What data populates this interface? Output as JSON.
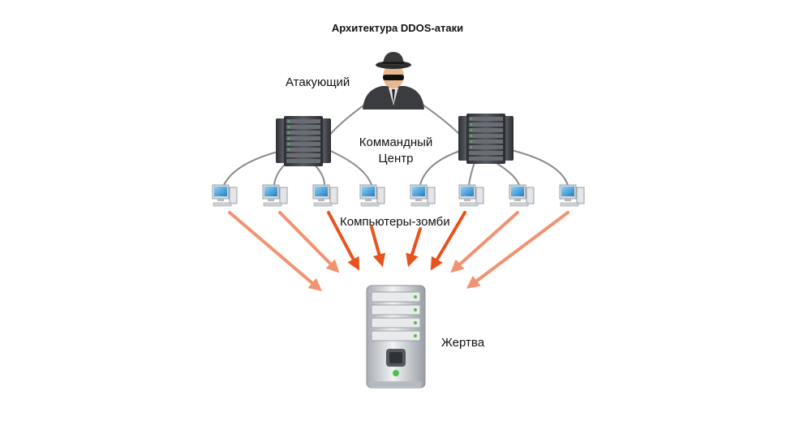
{
  "diagram": {
    "title": "Архитектура DDOS-атаки",
    "attacker_label": "Атакующий",
    "command_center_label_line1": "Коммандный",
    "command_center_label_line2": "Центр",
    "zombies_label": "Компьютеры-зомби",
    "victim_label": "Жертва"
  },
  "colors": {
    "link_line": "#8a8a8a",
    "arrow_strong": "#e8521c",
    "arrow_light": "#f29270",
    "server_dark": "#3a3d42",
    "victim_server": "#cfd2d6"
  },
  "icons": {
    "attacker": "hacker-icon",
    "command_servers": "server-rack-icon",
    "zombies": "desktop-computer-icon",
    "victim": "server-tower-icon"
  }
}
